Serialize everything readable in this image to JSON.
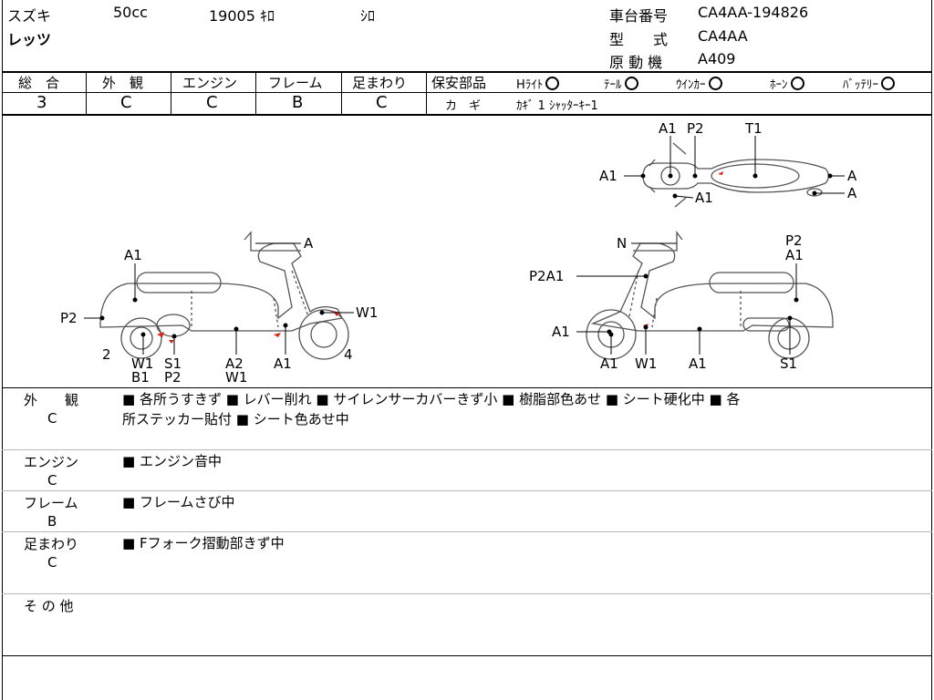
{
  "header": {
    "maker": "スズキ",
    "displacement": "50cc",
    "mileage": "19005 ｷﾛ",
    "color": "ｼﾛ",
    "model_name": "レッツ",
    "chassis_label": "車台番号",
    "chassis_value": "CA4AA-194826",
    "type_label": "型　　式",
    "type_value": "CA4AA",
    "engine_label": "原 動 機",
    "engine_value": "A409"
  },
  "grades": {
    "overall": {
      "label": "総　合",
      "value": "3"
    },
    "exterior": {
      "label": "外　観",
      "value": "C"
    },
    "engine": {
      "label": "エンジン",
      "value": "C"
    },
    "frame": {
      "label": "フレーム",
      "value": "B"
    },
    "suspension": {
      "label": "足まわり",
      "value": "C"
    }
  },
  "safety": {
    "label": "保安部品",
    "items": [
      "Hﾗｲﾄ",
      "ﾃｰﾙ",
      "ｳｲﾝｶｰ",
      "ﾎｰﾝ",
      "ﾊﾞｯﾃﾘｰ"
    ]
  },
  "keys": {
    "label": "カ　ギ",
    "value": "ｶｷﾞ 1 ｼｬｯﾀｰｷｰ1"
  },
  "diagram_labels": {
    "top": [
      "A1",
      "P2",
      "T1",
      "A1",
      "A1",
      "A",
      "A"
    ],
    "left": [
      "A1",
      "A",
      "P2",
      "W1",
      "2",
      "4",
      "W1",
      "B1",
      "S1",
      "P2",
      "A2",
      "W1",
      "A1"
    ],
    "right": [
      "N",
      "P2",
      "A1",
      "P2A1",
      "A1",
      "A1",
      "W1",
      "A1",
      "S1"
    ]
  },
  "notes": {
    "exterior": {
      "label": "外　　観",
      "grade": "C",
      "line1": "■ 各所うすきず ■ レバー削れ ■ サイレンサーカバーきず小 ■ 樹脂部色あせ ■ シート硬化中 ■ 各",
      "line2": "所ステッカー貼付 ■ シート色あせ中"
    },
    "engine": {
      "label": "エンジン",
      "grade": "C",
      "line1": "■ エンジン音中"
    },
    "frame": {
      "label": "フレーム",
      "grade": "B",
      "line1": "■ フレームさび中"
    },
    "suspension": {
      "label": "足まわり",
      "grade": "C",
      "line1": "■ Fフォーク摺動部きず中"
    },
    "other": {
      "label": "そ の 他"
    }
  }
}
